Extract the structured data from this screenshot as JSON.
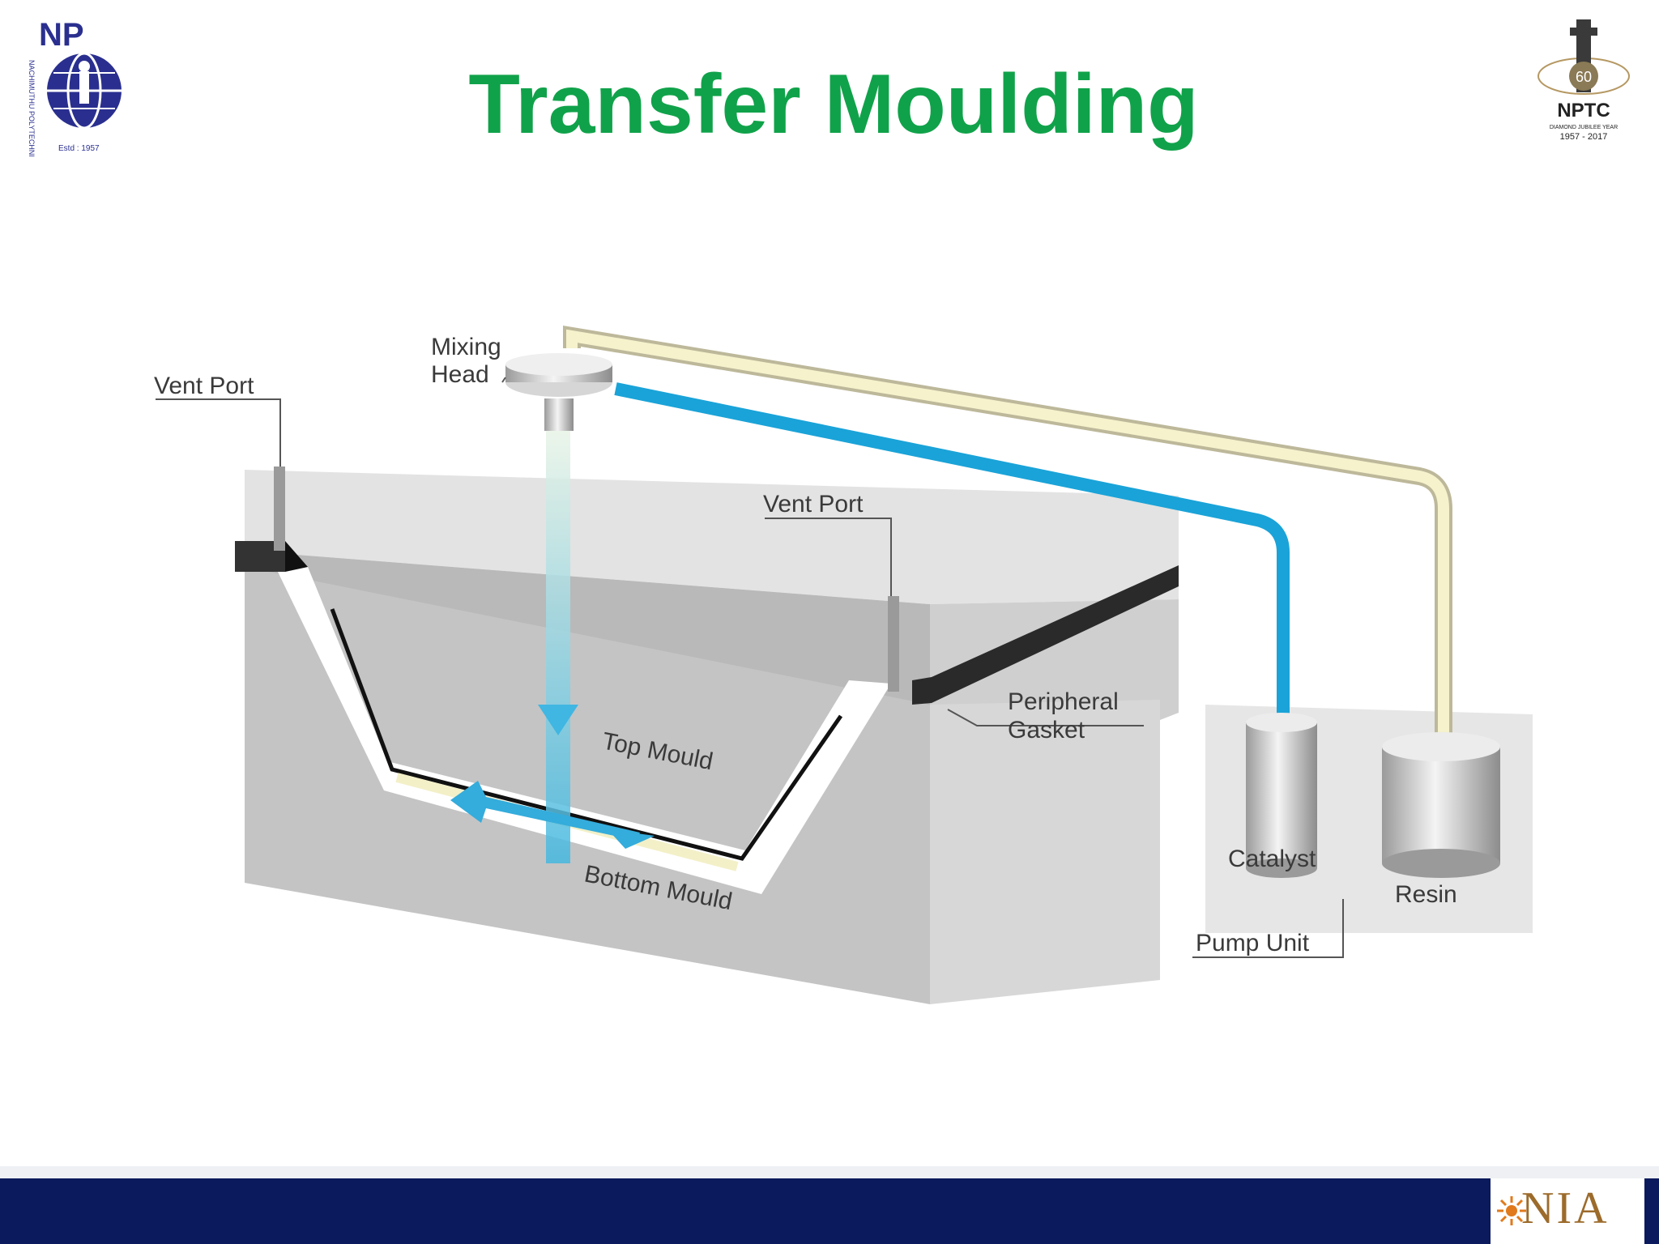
{
  "slide": {
    "title": "Transfer Moulding"
  },
  "logos": {
    "left": {
      "initials": "NP",
      "ring_text": "NACHIMUTHU POLYTECHNIC COLLEGE POLLACHI",
      "estd": "Estd : 1957"
    },
    "right": {
      "number": "60",
      "name": "NPTC",
      "tagline": "DIAMOND JUBILEE YEAR",
      "years": "1957 - 2017"
    },
    "footer": {
      "name": "NIA"
    }
  },
  "diagram_labels": {
    "mixing_head_line1": "Mixing",
    "mixing_head_line2": "Head",
    "vent_port_left": "Vent Port",
    "vent_port_right": "Vent Port",
    "top_mould": "Top Mould",
    "bottom_mould": "Bottom Mould",
    "peripheral_gasket_line1": "Peripheral",
    "peripheral_gasket_line2": "Gasket",
    "catalyst": "Catalyst",
    "resin": "Resin",
    "pump_unit": "Pump Unit"
  },
  "colors": {
    "title": "#10a24a",
    "footer": "#0a1a5c",
    "catalyst_line": "#1aa3d8",
    "resin_line": "#f4f0c4",
    "logo_blue": "#2a2f8f"
  }
}
